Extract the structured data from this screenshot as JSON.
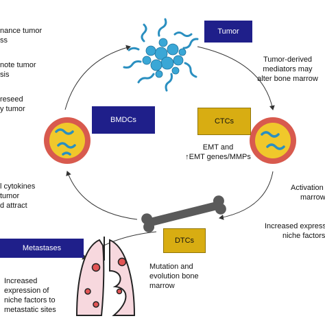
{
  "left_notes": {
    "n1_l1": "nance tumor",
    "n1_l2": "ss",
    "n2_l1": "note tumor",
    "n2_l2": "sis",
    "n3_l1": "reseed",
    "n3_l2": "y tumor",
    "n4_l1": "l cytokines",
    "n4_l2": "tumor",
    "n4_l3": "d attract"
  },
  "boxes": {
    "tumor": "Tumor",
    "bmdcs": "BMDCs",
    "ctcs": "CTCs",
    "dtcs": "DTCs",
    "metastases": "Metastases"
  },
  "notes": {
    "tumor_derived_l1": "Tumor-derived",
    "tumor_derived_l2": "mediators may",
    "tumor_derived_l3": "alter bone marrow",
    "emt_l1": "EMT and",
    "emt_l2": "↑EMT genes/MMPs",
    "activation_l1": "Activation",
    "activation_l2": "marrow",
    "increased_right_l1": "Increased expressi",
    "increased_right_l2": "niche factors",
    "mutation_l1": "Mutation and",
    "mutation_l2": "evolution bone",
    "mutation_l3": "marrow",
    "increased_left_l1": "Increased",
    "increased_left_l2": "expression of",
    "increased_left_l3": "niche factors to",
    "increased_left_l4": "metastatic sites"
  },
  "colors": {
    "blue_box": "#1f1f8a",
    "gold_box": "#d8ad12",
    "tumor_cell": "#3aa7d6",
    "tumor_tail": "#2a8fc0",
    "cell_ring": "#d85a4e",
    "cell_core": "#f0c82b",
    "lung": "#f7d8de",
    "lung_nodule": "#e25555",
    "bone": "#5a5a5a"
  }
}
